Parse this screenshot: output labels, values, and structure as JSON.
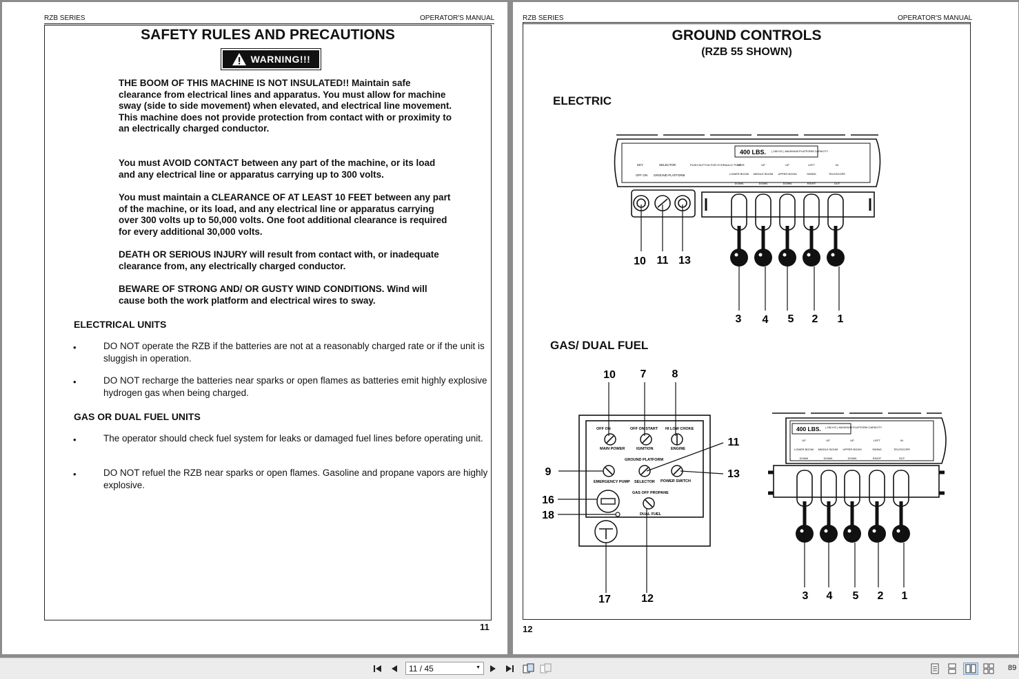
{
  "viewer": {
    "page_indicator": "11 / 45",
    "zoom": "89"
  },
  "left_page": {
    "header_left": "RZB SERIES",
    "header_right": "OPERATOR'S MANUAL",
    "title": "SAFETY RULES AND PRECAUTIONS",
    "warning_label": "WARNING!!!",
    "paragraphs": [
      "THE BOOM OF THIS MACHINE IS NOT INSULATED!! Maintain safe clearance from electrical lines and apparatus. You must allow for machine sway (side to side movement) when elevated, and electrical line movement. This machine does not provide protection from contact with or proximity to an electrically charged conductor.",
      "You must AVOID CONTACT between any part of the machine, or its load and any electrical line or apparatus carrying up to 300 volts.",
      "You must maintain a CLEARANCE OF AT LEAST 10 FEET between any part of the machine, or its load, and any electrical line or apparatus carrying over 300 volts up to 50,000 volts. One foot additional clearance is required for every additional 30,000 volts.",
      "DEATH OR SERIOUS INJURY will result from contact with, or inadequate clearance from, any electrically charged conductor.",
      "BEWARE OF STRONG AND/ OR GUSTY WIND CONDITIONS. Wind will cause both the work platform and electrical wires to sway."
    ],
    "electrical_heading": "ELECTRICAL UNITS",
    "electrical_bullets": [
      "DO NOT operate the RZB if the batteries are not at a reasonably charged rate or if the unit is sluggish in operation.",
      "DO NOT recharge the batteries near sparks or open flames as batteries emit highly explosive hydrogen gas when being charged."
    ],
    "gas_heading": "GAS OR DUAL FUEL UNITS",
    "gas_bullets": [
      "The operator should check fuel system for leaks or damaged fuel lines before operating unit.",
      "DO NOT refuel the RZB near sparks or open flames. Gasoline and propane vapors are highly explosive."
    ],
    "bullet_symbol": "•",
    "page_number": "11"
  },
  "right_page": {
    "header_left": "RZB SERIES",
    "header_right": "OPERATOR'S MANUAL",
    "title": "GROUND CONTROLS",
    "subtitle": "(RZB 55 SHOWN)",
    "electric_heading": "ELECTRIC",
    "gas_heading": "GAS/ DUAL FUEL",
    "page_number": "12",
    "electric_panel": {
      "capacity": "400 LBS.",
      "capacity_note": "( 180 KG ) MAXIMUM PLATFORM CAPACITY",
      "key_label": "KEY",
      "key_positions": "OFF ON",
      "selector_label": "SELECTOR",
      "selector_positions": "GROUND PLATFORM",
      "push_button_label": "PUSH BUTTON FOR HYDRAULIC POWER",
      "lever_labels": [
        {
          "top": "UP",
          "name": "LOWER BOOM",
          "bottom": "DOWN"
        },
        {
          "top": "UP",
          "name": "MIDDLE BOOM",
          "bottom": "DOWN"
        },
        {
          "top": "UP",
          "name": "UPPER BOOM",
          "bottom": "DOWN"
        },
        {
          "top": "LEFT",
          "name": "SWING",
          "bottom": "RIGHT"
        },
        {
          "top": "IN",
          "name": "TELESCOPE",
          "bottom": "OUT"
        }
      ],
      "switch_callouts": [
        "10",
        "11",
        "13"
      ],
      "lever_callouts": [
        "3",
        "4",
        "5",
        "2",
        "1"
      ]
    },
    "gas_panel": {
      "main_power_positions": "OFF ON",
      "main_power_label": "MAIN POWER",
      "ignition_positions": "OFF ON START",
      "ignition_label": "IGNITION",
      "choke_positions": "HI LOW CHOKE",
      "engine_label": "ENGINE",
      "selector_positions": "GROUND PLATFORM",
      "emergency_pump_label": "EMERGENCY PUMP",
      "selector_label": "SELECTOR",
      "power_switch_label": "POWER SWITCH",
      "fuel_positions": "GAS OFF PROPANE",
      "dual_fuel_label": "DUAL FUEL",
      "top_callouts": [
        "10",
        "7",
        "8"
      ],
      "c11": "11",
      "c13": "13",
      "c9": "9",
      "c16": "16",
      "c18": "18",
      "c17": "17",
      "c12": "12",
      "lever_callouts": [
        "3",
        "4",
        "5",
        "2",
        "1"
      ]
    }
  }
}
